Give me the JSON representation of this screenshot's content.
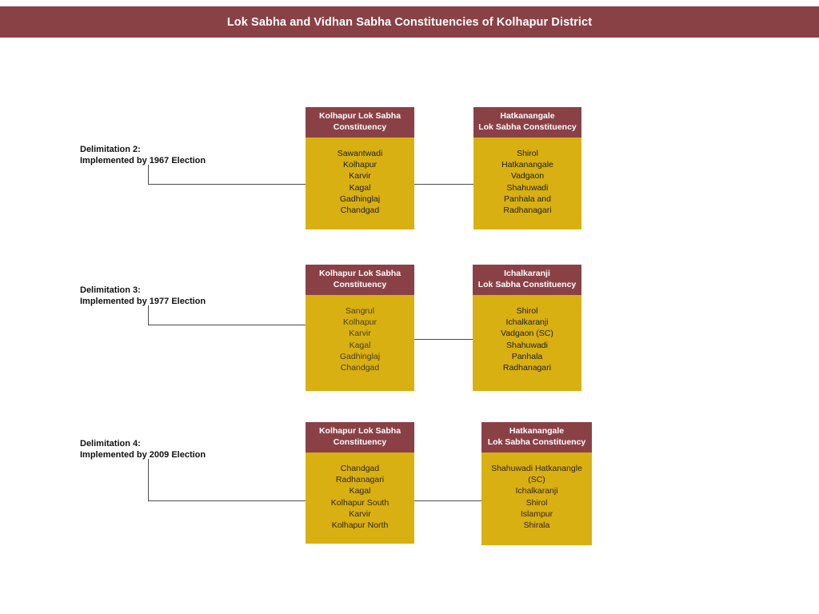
{
  "title": {
    "text": "Lok Sabha and Vidhan Sabha Constituencies of Kolhapur District"
  },
  "colors": {
    "header_maroon": "#8a4146",
    "body_gold": "#d9b012",
    "connector": "#4a4a4a",
    "page_background": "#ffffff",
    "title_text": "#ffffff"
  },
  "rows": [
    {
      "label": {
        "line1": "Delimitation 2:",
        "line2": "Implemented by 1967 Election"
      },
      "boxes": [
        {
          "header_line1": "Kolhapur Lok Sabha",
          "header_line2": "Constituency",
          "seats": [
            "Sawantwadi",
            "Kolhapur",
            "Karvir",
            "Kagal",
            "Gadhinglaj",
            "Chandgad"
          ]
        },
        {
          "header_line1": "Hatkanangale",
          "header_line2": "Lok Sabha Constituency",
          "seats": [
            "Shirol",
            "Hatkanangale",
            "Vadgaon",
            "Shahuwadi",
            "Panhala and",
            "Radhanagari"
          ]
        }
      ]
    },
    {
      "label": {
        "line1": "Delimitation 3:",
        "line2": "Implemented by 1977 Election"
      },
      "boxes": [
        {
          "header_line1": "Kolhapur Lok Sabha",
          "header_line2": "Constituency",
          "seats": [
            "Sangrul",
            "Kolhapur",
            "Karvir",
            "Kagal",
            "Gadhinglaj",
            "Chandgad"
          ]
        },
        {
          "header_line1": "Ichalkaranji",
          "header_line2": "Lok Sabha Constituency",
          "seats": [
            "Shirol",
            "Ichalkaranji",
            "Vadgaon (SC)",
            "Shahuwadi",
            "Panhala",
            "Radhanagari"
          ]
        }
      ]
    },
    {
      "label": {
        "line1": "Delimitation 4:",
        "line2": "Implemented by 2009 Election"
      },
      "boxes": [
        {
          "header_line1": "Kolhapur  Lok Sabha",
          "header_line2": "Constituency",
          "seats": [
            "Chandgad",
            "Radhanagari",
            "Kagal",
            "Kolhapur South",
            "Karvir",
            "Kolhapur North"
          ]
        },
        {
          "header_line1": "Hatkanangale",
          "header_line2": "Lok Sabha Constituency",
          "seats": [
            "Shahuwadi Hatkanangle",
            "(SC)",
            "Ichalkaranji",
            "Shirol",
            "Islampur",
            "Shirala"
          ]
        }
      ]
    }
  ]
}
